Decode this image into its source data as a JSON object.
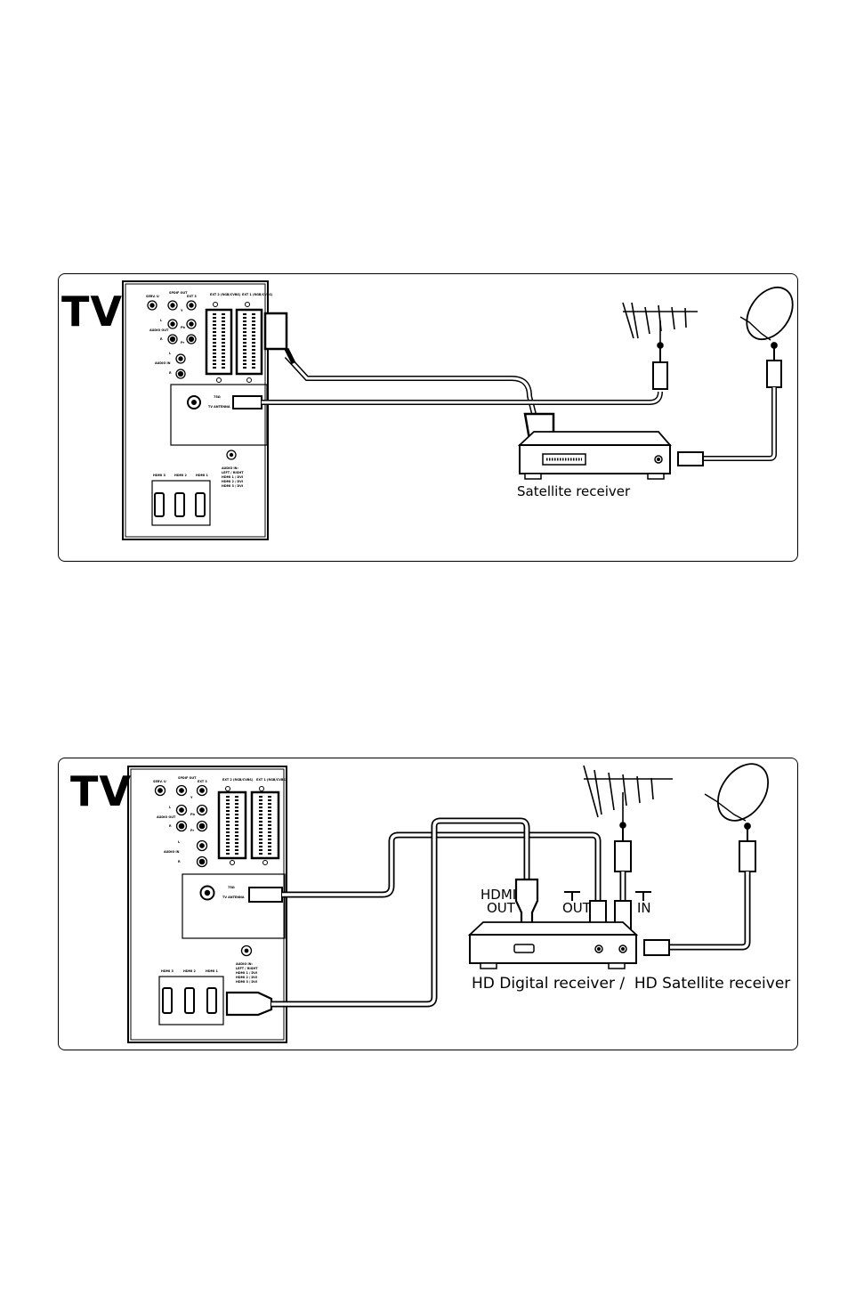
{
  "diagram1": {
    "tv_label": "TV",
    "device_label": "Satellite receiver",
    "tv_panel": {
      "top_jacks": [
        "SERV. U",
        "SPDIF OUT",
        "EXT 3",
        "EXT 2 (RGB/CVBS)",
        "EXT 1 (RGB/CVBS)"
      ],
      "side_jacks": [
        "Y",
        "L",
        "Pb",
        "AUDIO OUT",
        "R",
        "Pr",
        "L",
        "AUDIO IN",
        "R"
      ],
      "antenna": [
        "75Ω",
        "TV ANTENNA"
      ],
      "hdmi": [
        "HDMI 3",
        "HDMI 2",
        "HDMI 1"
      ],
      "audio_in": [
        "AUDIO IN:",
        "LEFT / RIGHT",
        "HDMI 1 / DVI",
        "HDMI 2 / DVI",
        "HDMI 3 / DVI"
      ]
    }
  },
  "diagram2": {
    "tv_label": "TV",
    "device_label": "HD Digital receiver /  HD Satellite receiver",
    "port_hdmi_out": [
      "HDMI",
      "OUT"
    ],
    "port_out": "OUT",
    "port_in": "IN",
    "tv_panel": {
      "top_jacks": [
        "SERV. U",
        "SPDIF OUT",
        "EXT 3",
        "EXT 2 (RGB/CVBS)",
        "EXT 1 (RGB/CVBS)"
      ],
      "side_jacks": [
        "Y",
        "L",
        "Pb",
        "AUDIO OUT",
        "R",
        "Pr",
        "L",
        "AUDIO IN",
        "R"
      ],
      "antenna": [
        "75Ω",
        "TV ANTENNA"
      ],
      "hdmi": [
        "HDMI 3",
        "HDMI 2",
        "HDMI 1"
      ],
      "audio_in": [
        "AUDIO IN:",
        "LEFT / RIGHT",
        "HDMI 1 / DVI",
        "HDMI 2 / DVI",
        "HDMI 3 / DVI"
      ]
    }
  }
}
